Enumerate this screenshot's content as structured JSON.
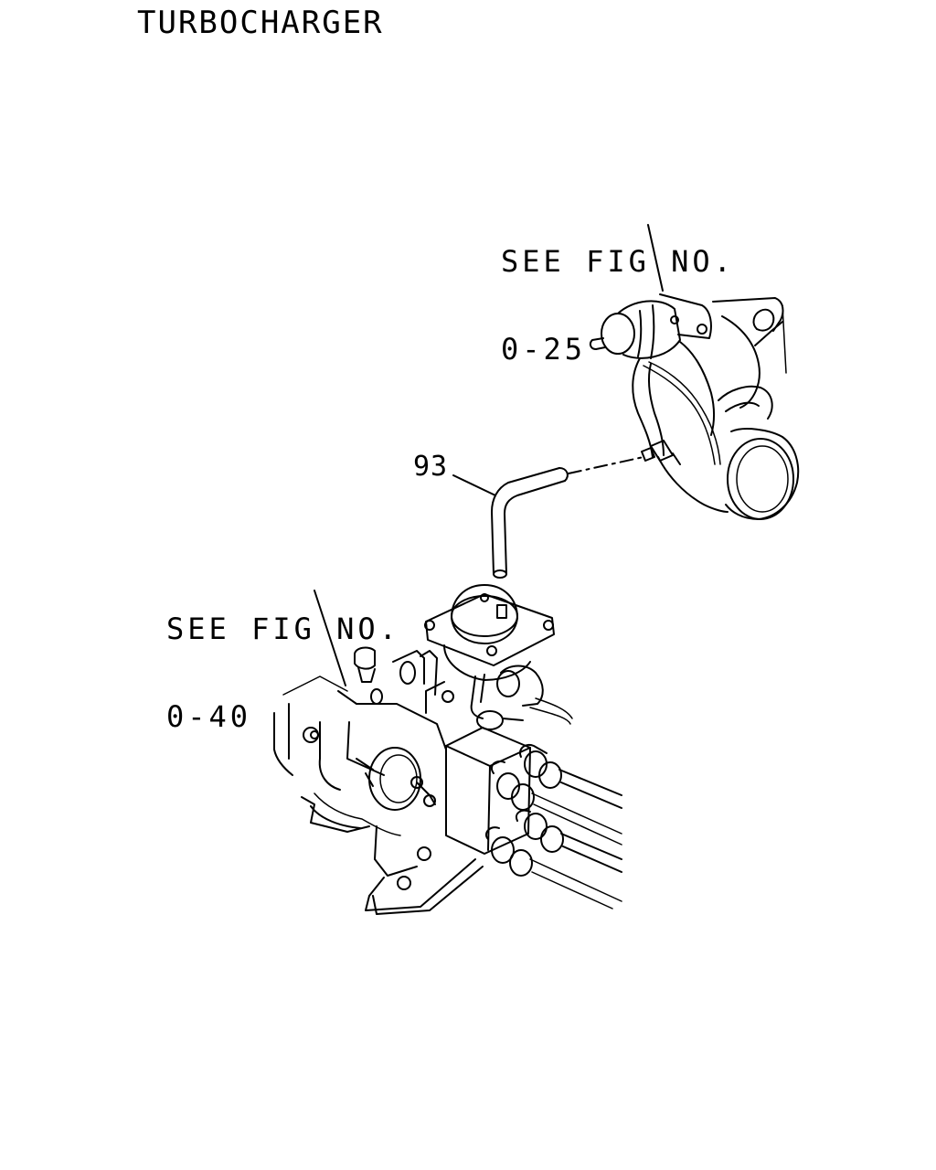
{
  "page": {
    "title": "TURBOCHARGER"
  },
  "references": {
    "top": {
      "line1": "SEE FIG NO.",
      "line2": "0-25"
    },
    "left": {
      "line1": "SEE FIG NO.",
      "line2": "0-40"
    }
  },
  "callouts": {
    "part_93": "93"
  }
}
